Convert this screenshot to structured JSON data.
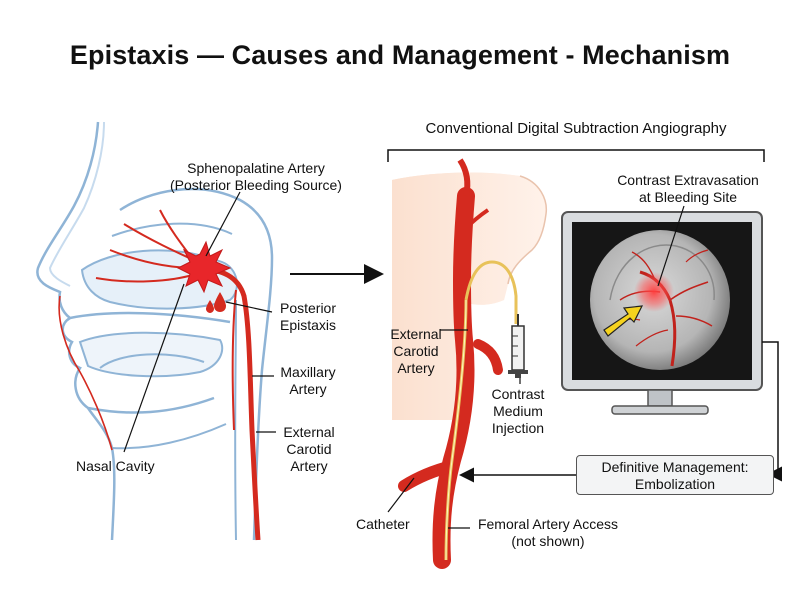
{
  "title": "Epistaxis — Causes and Management - Mechanism",
  "colors": {
    "artery": "#d42a1f",
    "bleed": "#e8262a",
    "outline": "#8fb4d6",
    "catheter": "#e8c25a"
  },
  "left_panel": {
    "sphenopalatine_line1": "Sphenopalatine Artery",
    "sphenopalatine_line2": "(Posterior Bleeding Source)",
    "posterior_line1": "Posterior",
    "posterior_line2": "Epistaxis",
    "maxillary_line1": "Maxillary",
    "maxillary_line2": "Artery",
    "external_line1": "External",
    "external_line2": "Carotid",
    "external_line3": "Artery",
    "nasal_cavity": "Nasal Cavity"
  },
  "right_panel": {
    "header": "Conventional Digital Subtraction Angiography",
    "extravasation_line1": "Contrast Extravasation",
    "extravasation_line2": "at Bleeding Site",
    "external_line1": "External",
    "external_line2": "Carotid",
    "external_line3": "Artery",
    "contrast_line1": "Contrast",
    "contrast_line2": "Medium",
    "contrast_line3": "Injection",
    "catheter": "Catheter",
    "femoral_line1": "Femoral Artery Access",
    "femoral_line2": "(not shown)",
    "management_line1": "Definitive Management:",
    "management_line2": "Embolization"
  }
}
